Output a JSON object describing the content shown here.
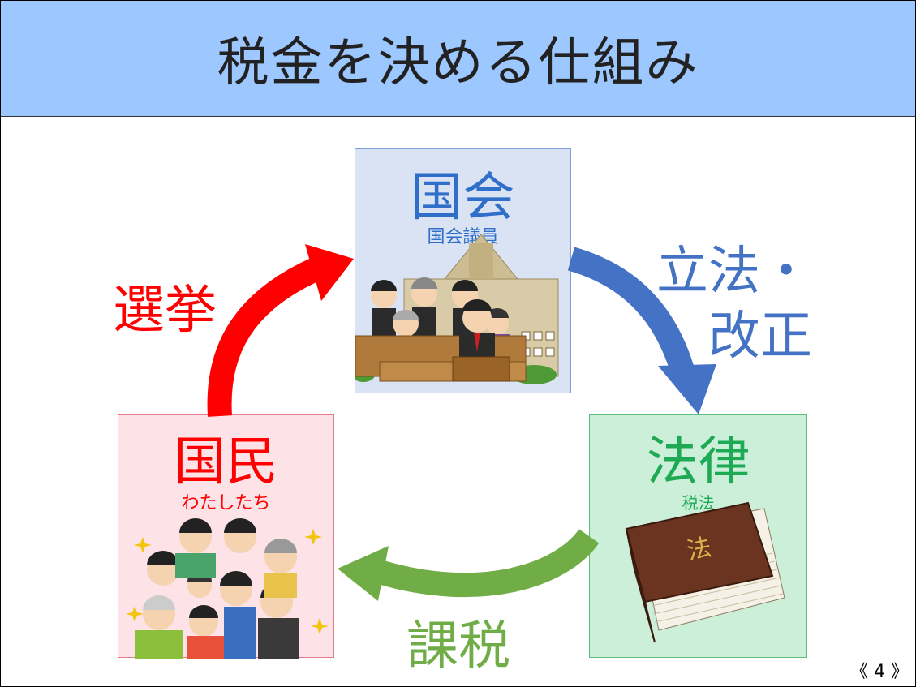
{
  "title": "税金を決める仕組み",
  "nodes": {
    "diet": {
      "title": "国会",
      "subtitle": "国会議員",
      "image": "diet-members-illustration"
    },
    "law": {
      "title": "法律",
      "subtitle": "税法",
      "image": "law-book-illustration"
    },
    "people": {
      "title": "国民",
      "subtitle": "わたしたち",
      "image": "cheering-people-illustration"
    }
  },
  "edges": {
    "election": {
      "label": "選挙",
      "color": "#ff0000"
    },
    "legislation": {
      "label_line1": "立法・",
      "label_line2": "改正",
      "color": "#4472c4"
    },
    "taxation": {
      "label": "課税",
      "color": "#70ad47"
    }
  },
  "page_number": "《 4 》"
}
